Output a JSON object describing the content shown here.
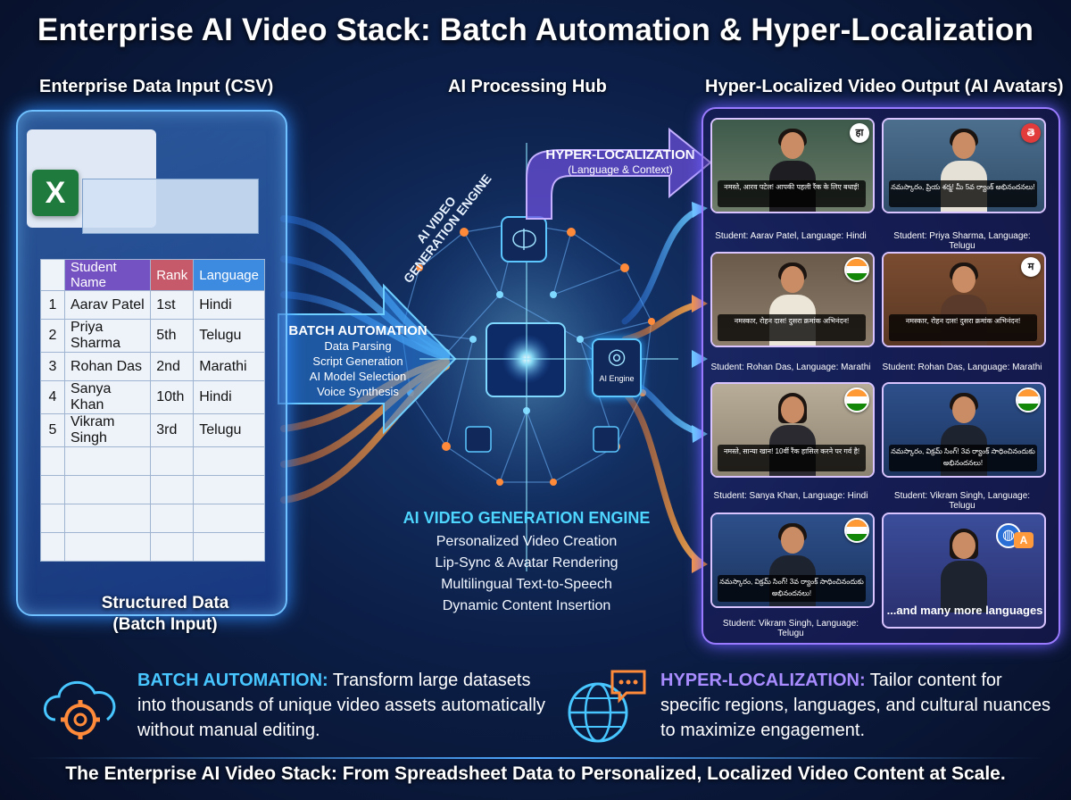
{
  "title": "Enterprise AI Video Stack: Batch Automation & Hyper-Localization",
  "columns": {
    "input": "Enterprise Data Input (CSV)",
    "hub": "AI Processing Hub",
    "output": "Hyper-Localized Video Output (AI Avatars)"
  },
  "csv": {
    "headers": [
      "Student Name",
      "Rank",
      "Language"
    ],
    "rows": [
      {
        "n": "1",
        "name": "Aarav Patel",
        "rank": "1st",
        "lang": "Hindi"
      },
      {
        "n": "2",
        "name": "Priya Sharma",
        "rank": "5th",
        "lang": "Telugu"
      },
      {
        "n": "3",
        "name": "Rohan Das",
        "rank": "2nd",
        "lang": "Marathi"
      },
      {
        "n": "4",
        "name": "Sanya Khan",
        "rank": "10th",
        "lang": "Hindi"
      },
      {
        "n": "5",
        "name": "Vikram Singh",
        "rank": "3rd",
        "lang": "Telugu"
      }
    ],
    "caption_line1": "Structured Data",
    "caption_line2": "(Batch Input)"
  },
  "batch": {
    "title": "BATCH AUTOMATION",
    "steps": [
      "Data Parsing",
      "Script Generation",
      "AI Model Selection",
      "Voice Synthesis"
    ]
  },
  "hyper_arrow": {
    "title": "HYPER-LOCALIZATION",
    "sub": "(Language & Context)"
  },
  "engine_arc": {
    "line1": "AI VIDEO",
    "line2": "GENERATION ENGINE"
  },
  "ai_engine_chip": "AI Engine",
  "engine": {
    "title": "AI VIDEO GENERATION ENGINE",
    "features": [
      "Personalized Video Creation",
      "Lip-Sync & Avatar Rendering",
      "Multilingual Text-to-Speech",
      "Dynamic Content Insertion"
    ]
  },
  "tiles": [
    {
      "caption": "Student: Aarav Patel, Language: Hindi",
      "badge": "हा",
      "sub": "नमस्ते, आरव पटेल! आपकी पहली रैंक के लिए बधाई!",
      "badge_type": "text"
    },
    {
      "caption": "Student: Priya Sharma, Language: Telugu",
      "badge": "తె",
      "sub": "నమస్కారం, ప్రియ శర్మ! మీ 5వ ర్యాంక్ అభినందనలు!",
      "badge_type": "text-red"
    },
    {
      "caption": "Student: Rohan Das, Language: Marathi",
      "badge": "",
      "sub": "नमस्कार, रोहन दास! दुसरा क्रमांक अभिनंदन!",
      "badge_type": "flag"
    },
    {
      "caption": "Student: Rohan Das, Language: Marathi",
      "badge": "म",
      "sub": "नमस्कार, रोहन दास! दुसरा क्रमांक अभिनंदन!",
      "badge_type": "text"
    },
    {
      "caption": "Student: Sanya Khan, Language: Hindi",
      "badge": "",
      "sub": "नमस्ते, सान्या खान! 10वीं रैंक हासिल करने पर गर्व है!",
      "badge_type": "flag"
    },
    {
      "caption": "Student: Vikram Singh, Language: Telugu",
      "badge": "",
      "sub": "నమస్కారం, విక్రమ్ సింగ్! 3వ ర్యాంక్ సాధించినందుకు అభినందనలు!",
      "badge_type": "flag"
    },
    {
      "caption": "Student: Vikram Singh, Language: Telugu",
      "badge": "",
      "sub": "నమస్కారం, విక్రమ్ సింగ్! 3వ ర్యాంక్ సాధించినందుకు అభినందనలు!",
      "badge_type": "flag"
    }
  ],
  "more_languages": "...and many more languages",
  "bullets": {
    "batch": {
      "key": "BATCH AUTOMATION:",
      "text": " Transform large datasets into thousands of unique video assets automatically without manual editing."
    },
    "hyper": {
      "key": "HYPER-LOCALIZATION:",
      "text": " Tailor content for specific regions, languages, and cultural nuances to maximize engagement."
    }
  },
  "tagline": "The Enterprise AI Video Stack: From Spreadsheet Data to Personalized, Localized Video Content at Scale.",
  "colors": {
    "cyan": "#48c6ff",
    "purple": "#a98cff",
    "orange": "#ff9a3c",
    "blue_glow": "#2f8cff"
  }
}
